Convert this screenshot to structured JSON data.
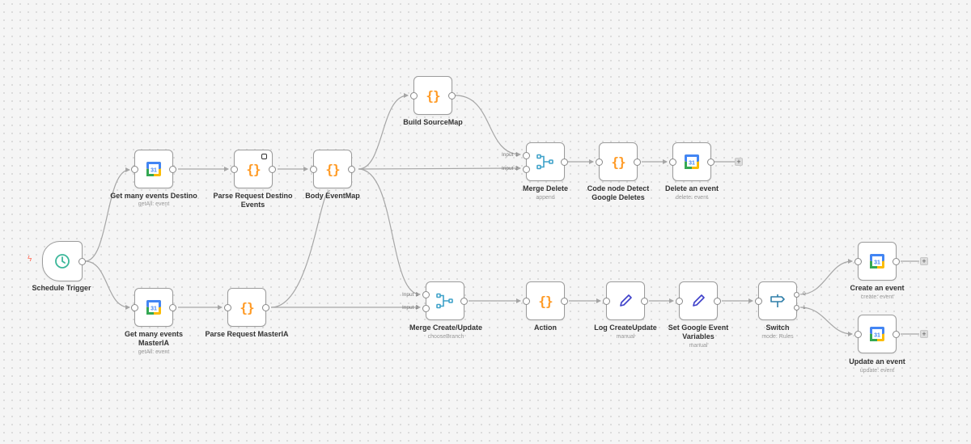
{
  "workflow": {
    "trigger_icon": "lightning-bolt-icon",
    "nodes": {
      "schedule": {
        "name": "Schedule Trigger",
        "icon": "clock-icon"
      },
      "get_destino": {
        "name": "Get many events Destino",
        "sub": "getAll: event",
        "icon": "google-calendar-icon"
      },
      "parse_destino": {
        "name": "Parse Request Destino Events",
        "icon": "code-braces-icon"
      },
      "body_eventmap": {
        "name": "Body EventMap",
        "icon": "code-braces-icon"
      },
      "build_sourcemap": {
        "name": "Build SourceMap",
        "icon": "code-braces-icon"
      },
      "merge_delete": {
        "name": "Merge Delete",
        "sub": "append",
        "icon": "merge-icon",
        "inputs": [
          "Input 1",
          "Input 2"
        ]
      },
      "code_detect": {
        "name": "Code node Detect Google Deletes",
        "icon": "code-braces-icon"
      },
      "delete_event": {
        "name": "Delete an event",
        "sub": "delete: event",
        "icon": "google-calendar-icon"
      },
      "get_master": {
        "name": "Get many events MasterIA",
        "sub": "getAll: event",
        "icon": "google-calendar-icon"
      },
      "parse_master": {
        "name": "Parse Request MasterIA",
        "icon": "code-braces-icon"
      },
      "merge_create": {
        "name": "Merge Create/Update",
        "sub": "chooseBranch",
        "icon": "merge-icon",
        "inputs": [
          "Input 1",
          "Input 2"
        ]
      },
      "action": {
        "name": "Action",
        "icon": "code-braces-icon"
      },
      "log_create": {
        "name": "Log CreateUpdate",
        "sub": "manual",
        "icon": "pencil-icon"
      },
      "set_google": {
        "name": "Set Google Event Variables",
        "sub": "manual",
        "icon": "pencil-icon"
      },
      "switch": {
        "name": "Switch",
        "sub": "mode: Rules",
        "icon": "signpost-icon",
        "outputs": [
          "0",
          "1"
        ]
      },
      "create_event": {
        "name": "Create an event",
        "sub": "create: event",
        "icon": "google-calendar-icon"
      },
      "update_event": {
        "name": "Update an event",
        "sub": "update: event",
        "icon": "google-calendar-icon"
      }
    },
    "gcal_day": "31",
    "plus": "+",
    "colors": {
      "edge": "#a6a6a6",
      "braces": "#ff9922",
      "merge": "#3fa2c9",
      "pencil": "#3d3fc9",
      "switch": "#2f7ea8",
      "clock": "#3cb79a",
      "trigger_bolt": "#ff6d5a"
    }
  }
}
